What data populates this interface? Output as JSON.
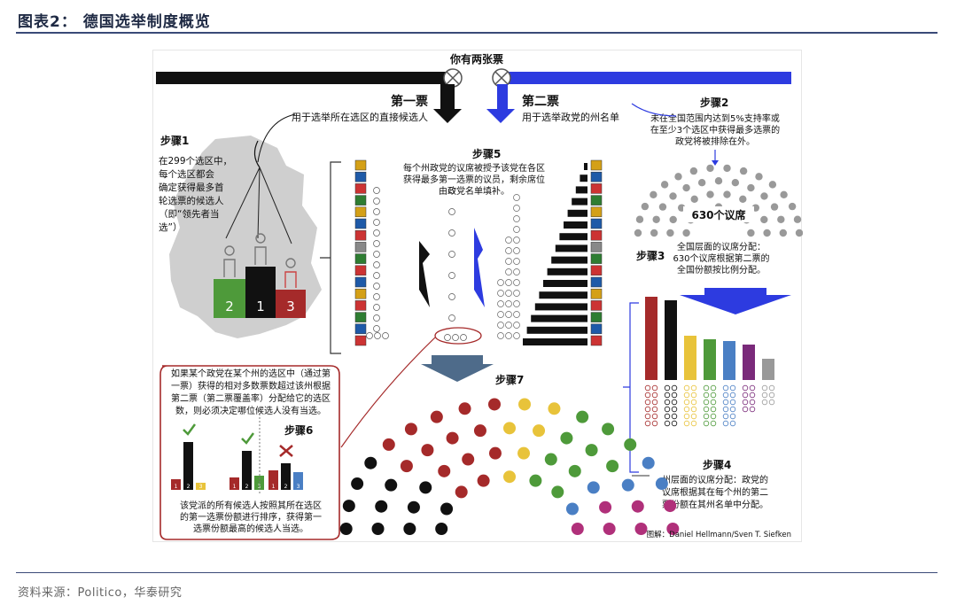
{
  "header": {
    "title": "图表2：  德国选举制度概览"
  },
  "footer": {
    "source": "资料来源：Politico，华泰研究"
  },
  "diagram": {
    "top_label": "你有两张票",
    "first_vote": {
      "title": "第一票",
      "desc": "用于选举所在选区的直接候选人"
    },
    "second_vote": {
      "title": "第二票",
      "desc": "用于选举政党的州名单"
    },
    "step1": {
      "title": "步骤1",
      "lines": [
        "在299个选区中，",
        "每个选区都会",
        "确定获得最多首",
        "轮选票的候选人",
        "（即“领先者当",
        "选”）"
      ],
      "podium": [
        "2",
        "1",
        "3"
      ]
    },
    "step2": {
      "title": "步骤2",
      "lines": [
        "未在全国范围内达到5%支持率或",
        "在至少3个选区中获得最多选票的",
        "政党将被排除在外。"
      ]
    },
    "seats_label": "630个议席",
    "step3": {
      "title": "步骤3",
      "lines": [
        "全国层面的议席分配：",
        "630个议席根据第二票的",
        "全国份额按比例分配。"
      ]
    },
    "step4": {
      "title": "步骤4",
      "lines": [
        "州层面的议席分配：政党的",
        "议席根据其在每个州的第二",
        "票份额在其州名单中分配。"
      ]
    },
    "step5": {
      "title": "步骤5",
      "lines": [
        "每个州政党的议席被授予该党在各区",
        "获得最多第一选票的议员，剩余席位",
        "由政党名单填补。"
      ]
    },
    "step6": {
      "title": "步骤6",
      "lines_top": [
        "如果某个政党在某个州的选区中（通过第",
        "一票）获得的相对多数票数超过该州根据",
        "第二票（第二票覆盖率）分配给它的选区",
        "数，则必须决定哪位候选人没有当选。"
      ],
      "lines_bottom": [
        "该党派的所有候选人按照其所在选区",
        "的第一选票份额进行排序，获得第一",
        "选票份额最高的候选人当选。"
      ],
      "bar_labels": [
        "2",
        "1",
        "3"
      ]
    },
    "step7": {
      "title": "步骤7"
    },
    "credit": "图解：Daniel Hellmann/Sven T. Siefken",
    "colors": {
      "first": "#111111",
      "second": "#2d3be0",
      "red": "#a52a2a",
      "green": "#4e9a3a",
      "yellow": "#e8c33a",
      "blue": "#4a7fc4",
      "purple": "#7a2a7a",
      "magenta": "#b0307a",
      "gray": "#999999",
      "lightgray": "#bdbdbd"
    }
  }
}
